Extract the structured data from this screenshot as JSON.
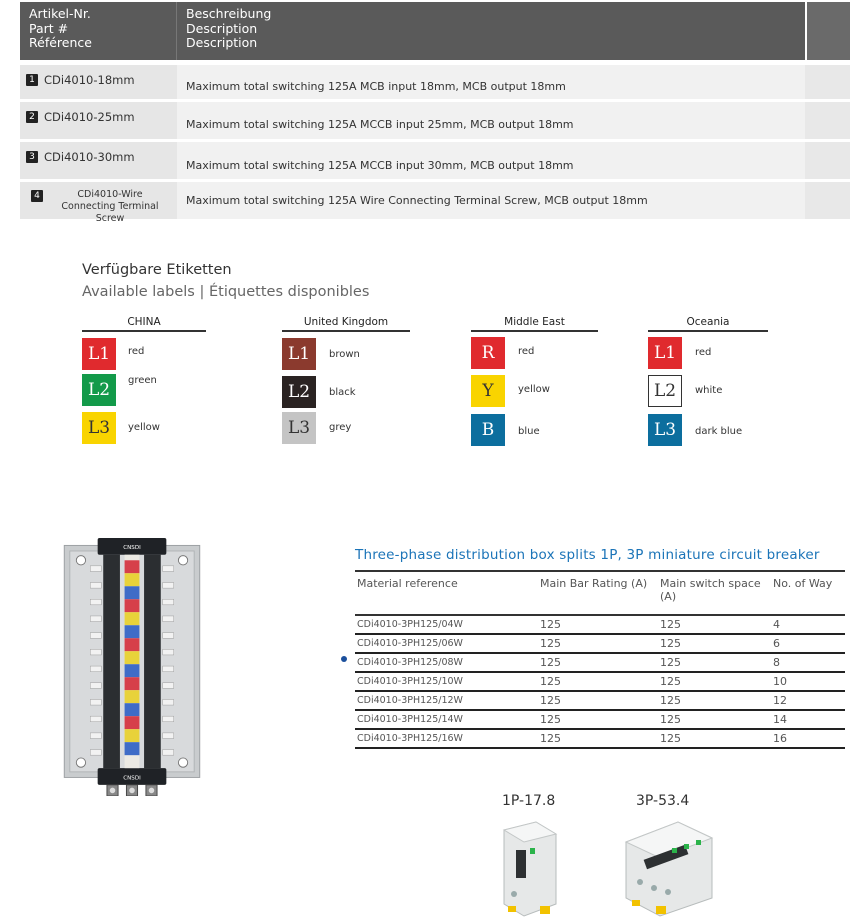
{
  "top_table": {
    "headers": {
      "col1": [
        "Artikel-Nr.",
        "Part #",
        "Référence"
      ],
      "col2": [
        "Beschreibung",
        "Description",
        "Description"
      ]
    },
    "rows": [
      {
        "num": "1",
        "part": "CDi4010-18mm",
        "desc": "Maximum total switching 125A MCB input 18mm, MCB output 18mm"
      },
      {
        "num": "2",
        "part": "CDi4010-25mm",
        "desc": "Maximum total switching 125A MCCB input 25mm, MCB output 18mm"
      },
      {
        "num": "3",
        "part": "CDi4010-30mm",
        "desc": "Maximum total switching 125A MCCB input 30mm, MCB output 18mm"
      },
      {
        "num": "4",
        "part": "CDi4010-Wire Connecting Terminal Screw",
        "desc": "Maximum total switching 125A Wire Connecting Terminal Screw, MCB output 18mm"
      }
    ]
  },
  "labels": {
    "title": "Verfügbare Etiketten",
    "subtitle": "Available labels  | Étiquettes disponibles",
    "groups": [
      {
        "name": "CHINA",
        "items": [
          {
            "code": "L1",
            "label": "red",
            "bg": "#e02a2e",
            "fg": "#ffffff"
          },
          {
            "code": "L2",
            "label": "green",
            "bg": "#139a4a",
            "fg": "#ffffff"
          },
          {
            "code": "L3",
            "label": "yellow",
            "bg": "#f9d400",
            "fg": "#333333"
          }
        ]
      },
      {
        "name": "United  Kingdom",
        "items": [
          {
            "code": "L1",
            "label": "brown",
            "bg": "#8b3a2e",
            "fg": "#ffffff"
          },
          {
            "code": "L2",
            "label": "black",
            "bg": "#2a2322",
            "fg": "#ffffff"
          },
          {
            "code": "L3",
            "label": "grey",
            "bg": "#c4c4c4",
            "fg": "#333333"
          }
        ]
      },
      {
        "name": "Middle East",
        "items": [
          {
            "code": "R",
            "label": "red",
            "bg": "#e02a2e",
            "fg": "#ffffff"
          },
          {
            "code": "Y",
            "label": "yellow",
            "bg": "#f9d400",
            "fg": "#333333"
          },
          {
            "code": "B",
            "label": "blue",
            "bg": "#0c6e9e",
            "fg": "#ffffff"
          }
        ]
      },
      {
        "name": "Oceania",
        "items": [
          {
            "code": "L1",
            "label": "red",
            "bg": "#e02a2e",
            "fg": "#ffffff"
          },
          {
            "code": "L2",
            "label": "white",
            "bg": "#ffffff",
            "fg": "#333333"
          },
          {
            "code": "L3",
            "label": "dark blue",
            "bg": "#0c6e9e",
            "fg": "#ffffff"
          }
        ]
      }
    ]
  },
  "three_phase": {
    "title": "Three-phase distribution box splits 1P, 3P miniature circuit breaker",
    "headers": [
      "Material reference",
      "Main Bar Rating (A)",
      "Main switch space (A)",
      "No. of Way"
    ],
    "rows": [
      [
        "CDi4010-3PH125/04W",
        "125",
        "125",
        "4"
      ],
      [
        "CDi4010-3PH125/06W",
        "125",
        "125",
        "6"
      ],
      [
        "CDi4010-3PH125/08W",
        "125",
        "125",
        "8"
      ],
      [
        "CDi4010-3PH125/10W",
        "125",
        "125",
        "10"
      ],
      [
        "CDi4010-3PH125/12W",
        "125",
        "125",
        "12"
      ],
      [
        "CDi4010-3PH125/14W",
        "125",
        "125",
        "14"
      ],
      [
        "CDi4010-3PH125/16W",
        "125",
        "125",
        "16"
      ]
    ]
  },
  "panel": {
    "brand": "CNSDI"
  },
  "breakers": {
    "one_pole": "1P-17.8",
    "three_pole": "3P-53.4"
  }
}
